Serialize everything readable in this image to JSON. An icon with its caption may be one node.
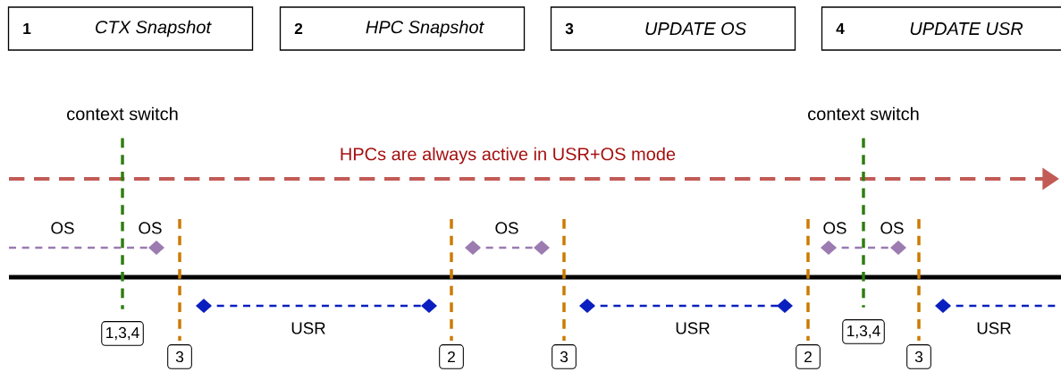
{
  "diagram": {
    "nodes": [
      {
        "text": [
          "1",
          "CTX Snapshot"
        ]
      },
      {
        "text": [
          "2",
          "HPC Snapshot"
        ]
      },
      {
        "text": [
          "3",
          "UPDATE OS"
        ]
      },
      {
        "text": [
          "4",
          "UPDATE USR"
        ]
      },
      {
        "text": [
          "context switch"
        ]
      },
      {
        "text": [
          "context switch"
        ]
      },
      {
        "text": [
          "1,3,4"
        ]
      },
      {
        "text": [
          "3"
        ]
      },
      {
        "text": [
          "2"
        ]
      },
      {
        "text": [
          "3"
        ]
      },
      {
        "text": [
          "2"
        ]
      },
      {
        "text": [
          "1,3,4"
        ]
      },
      {
        "text": [
          "3"
        ]
      }
    ],
    "edges": [
      {
        "from": 4,
        "to": 6,
        "arrow": "none",
        "style": "dashed",
        "color": "#2e7d10"
      },
      {
        "from": 5,
        "to": 11,
        "arrow": "none",
        "style": "dashed",
        "color": "#2e7d10"
      },
      {
        "from": null,
        "to": 7,
        "arrow": "none",
        "style": "dashed",
        "color": "#cc7a00"
      },
      {
        "from": null,
        "to": 8,
        "arrow": "none",
        "style": "dashed",
        "color": "#cc7a00"
      },
      {
        "from": null,
        "to": 9,
        "arrow": "none",
        "style": "dashed",
        "color": "#cc7a00"
      },
      {
        "from": null,
        "to": 10,
        "arrow": "none",
        "style": "dashed",
        "color": "#cc7a00"
      },
      {
        "from": null,
        "to": 12,
        "arrow": "none",
        "style": "dashed",
        "color": "#cc7a00"
      }
    ],
    "labels": [
      "HPCs are always active in USR+OS mode",
      "OS",
      "OS",
      "OS",
      "OS",
      "OS",
      "USR",
      "USR",
      "USR"
    ]
  }
}
